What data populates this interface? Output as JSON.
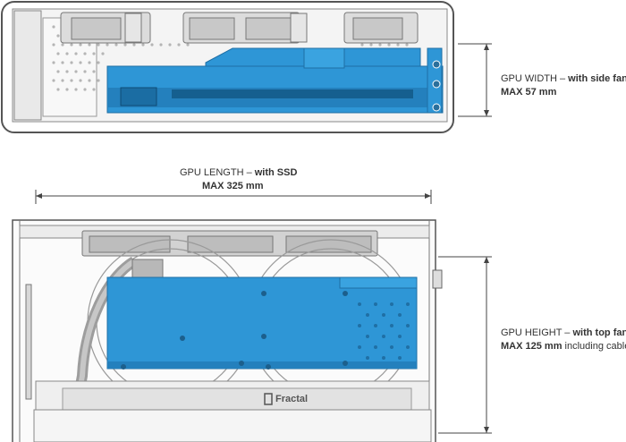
{
  "labels": {
    "width": {
      "prefix": "GPU WIDTH – ",
      "bold": "with side fan",
      "max": "MAX 57 mm"
    },
    "length": {
      "prefix": "GPU LENGTH – ",
      "bold": "with SSD",
      "max": "MAX 325 mm"
    },
    "height": {
      "prefix": "GPU HEIGHT – ",
      "bold": "with top fan",
      "max": "MAX 125 mm",
      "suffix": " including cable"
    }
  },
  "brand": "Fractal",
  "colors": {
    "gpu_blue": "#2e96d6",
    "gpu_blue_dark": "#1f6fa5",
    "line": "#444444",
    "frame": "#6f6f6f"
  }
}
